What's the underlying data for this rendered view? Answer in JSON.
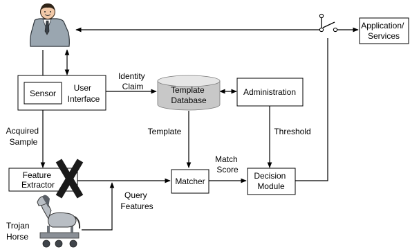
{
  "nodes": {
    "sensor": "Sensor",
    "user_interface": [
      "User",
      "Interface"
    ],
    "template_database": [
      "Template",
      "Database"
    ],
    "administration": "Administration",
    "application_services": [
      "Application/",
      "Services"
    ],
    "feature_extractor": [
      "Feature",
      "Extractor"
    ],
    "matcher": "Matcher",
    "decision_module": [
      "Decision",
      "Module"
    ],
    "trojan_horse": [
      "Trojan",
      "Horse"
    ]
  },
  "edge_labels": {
    "identity_claim": [
      "Identity",
      "Claim"
    ],
    "acquired_sample": [
      "Acquired",
      "Sample"
    ],
    "template": "Template",
    "threshold": "Threshold",
    "match_score": [
      "Match",
      "Score"
    ],
    "query_features": [
      "Query",
      "Features"
    ]
  },
  "icons": {
    "user": "person-icon",
    "switch": "switch-icon",
    "attack": "x-mark-icon",
    "trojan": "trojan-horse-icon"
  },
  "colors": {
    "database_fill": "#c8c8c8",
    "database_top": "#e6e6e6",
    "attack_mark": "#1a1a1a"
  }
}
